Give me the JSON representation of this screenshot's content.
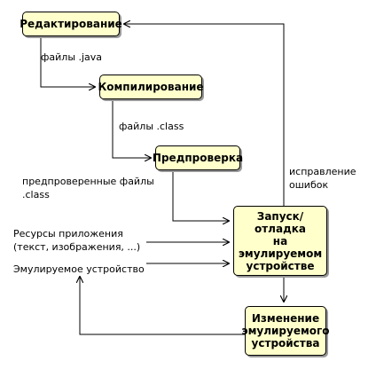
{
  "nodes": {
    "edit": "Редактирование",
    "compile": "Компилирование",
    "preverify": "Предпроверка",
    "run": "Запуск/отладка\nна\nэмулируемом\nустройстве",
    "change": "Изменение\nэмулируемого\nустройства"
  },
  "labels": {
    "java_files": "файлы .java",
    "class_files": "файлы .class",
    "preverified_files": "предпроверенные файлы\n.class",
    "app_resources": "Ресурсы приложения\n(текст, изображения, ...)",
    "emulated_device": "Эмулируемое устройство",
    "error_fix": "исправление\nошибок"
  },
  "colors": {
    "node_fill": "#ffffcc",
    "node_border": "#000000",
    "line": "#000000"
  }
}
